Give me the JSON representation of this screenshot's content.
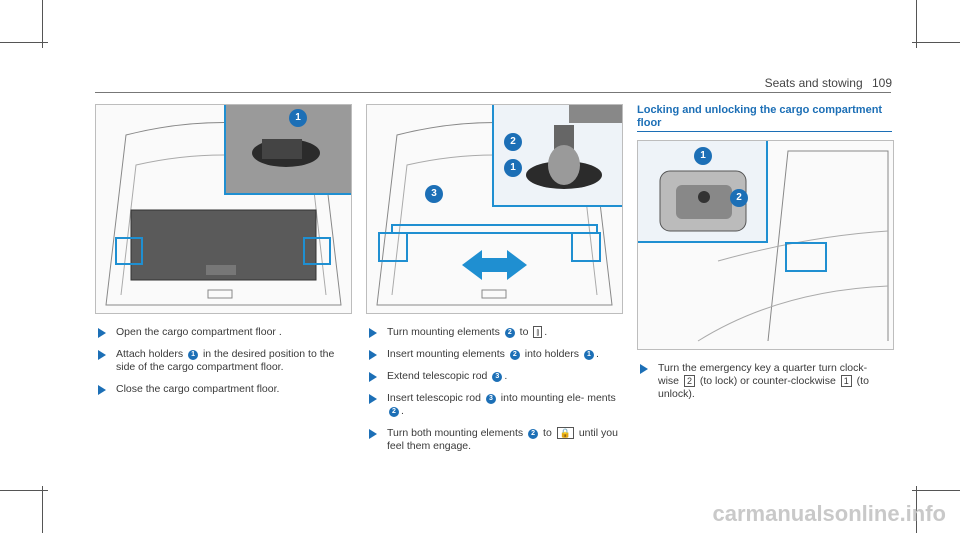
{
  "header": {
    "section": "Seats and stowing",
    "page": "109"
  },
  "section_title": "Locking and unlocking the cargo compartment floor",
  "colors": {
    "accent": "#1c6fb6",
    "highlight": "#1f8fd1"
  },
  "figures": {
    "fig1": {
      "callouts": [
        "1"
      ]
    },
    "fig2": {
      "callouts": [
        "2",
        "1",
        "3"
      ]
    },
    "fig3": {
      "callouts": [
        "1",
        "2"
      ]
    }
  },
  "col1": {
    "steps": [
      {
        "parts": [
          "Open the cargo compartment floor ."
        ]
      },
      {
        "parts": [
          "Attach holders ",
          "1",
          " in the desired position to the side of the cargo compartment floor."
        ]
      },
      {
        "parts": [
          "Close the cargo compartment floor."
        ]
      }
    ]
  },
  "col2": {
    "steps": [
      {
        "a": "Turn mounting elements ",
        "n1": "2",
        "b": " to ",
        "sym": "⫾",
        "c": "."
      },
      {
        "a": "Insert mounting elements ",
        "n1": "2",
        "b": " into holders ",
        "n2": "1",
        "c": "."
      },
      {
        "a": "Extend telescopic rod ",
        "n1": "3",
        "c": "."
      },
      {
        "a": "Insert telescopic rod ",
        "n1": "3",
        "b": " into mounting ele- ments ",
        "n2": "2",
        "c": "."
      },
      {
        "a": "Turn both mounting elements ",
        "n1": "2",
        "b": " to ",
        "sym": "🔒",
        "c": " until you feel them engage."
      }
    ]
  },
  "col3": {
    "step": {
      "a": "Turn the emergency key a quarter turn clock- wise ",
      "k1": "2",
      "b": " (to lock) or counter-clockwise ",
      "k2": "1",
      "c": " (to unlock)."
    }
  },
  "watermark": "carmanualsonline.info"
}
